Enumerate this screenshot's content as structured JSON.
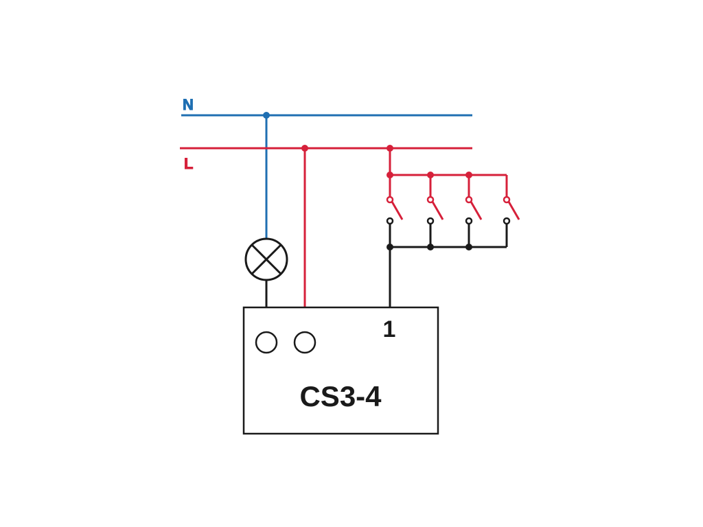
{
  "rails": {
    "neutral": {
      "label": "N",
      "color": "#1f6fb2"
    },
    "line": {
      "label": "L",
      "color": "#d6203a"
    }
  },
  "wire_color": "#1a1a1a",
  "lamp": {
    "icon": "lamp-icon"
  },
  "switches": {
    "count": 4,
    "icon": "push-button-switch-icon"
  },
  "device": {
    "model": "CS3-4",
    "input_terminal_label": "1"
  }
}
